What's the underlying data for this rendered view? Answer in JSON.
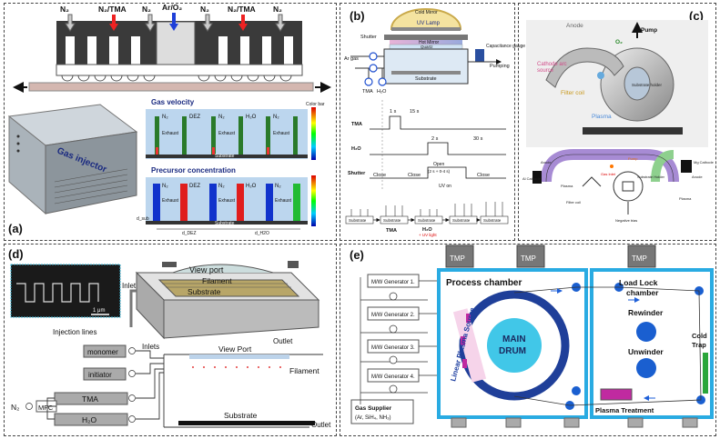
{
  "panels": {
    "a": {
      "label": "(a)",
      "gases": [
        "N₂",
        "N₂/TMA",
        "N₂",
        "Ar/O₂",
        "N₂",
        "N₂/TMA",
        "N₂"
      ],
      "injector_label": "Gas injector",
      "velocity_title": "Gas velocity",
      "concentration_title": "Precursor concentration",
      "color_bar": "Color bar",
      "sim_labels": [
        "N₂",
        "DEZ",
        "N₂",
        "H₂O",
        "N₂"
      ],
      "exhaust": "Exhaust",
      "substrate": "Substrate",
      "d_dez": "d_DEZ",
      "d_h2o": "d_H2O",
      "d_sub": "d_sub"
    },
    "b": {
      "label": "(b)",
      "cold_mirror": "Cold Mirror",
      "uv_lamp": "UV Lamp",
      "shutter": "Shutter",
      "hot_mirror": "Hot Mirror",
      "quartz": "Quartz",
      "capacitance": "Capacitance gauge",
      "ar_gas": "Ar gas",
      "tma": "TMA",
      "h2o": "H₂O",
      "substrate": "Substrate",
      "pumping": "Pumping",
      "rows": [
        "TMA",
        "H₂O",
        "Shutter"
      ],
      "times": [
        "1 s",
        "15 s",
        "2 s",
        "30 s"
      ],
      "shutter_states": [
        "Close",
        "Close",
        "Open\n(2 s + 0-4 s)",
        "Close"
      ],
      "uv_on": "UV on",
      "bottom_substrates": [
        "Substrate",
        "Substrate",
        "Substrate",
        "Substrate",
        "Substrate"
      ],
      "bottom_tma": "TMA",
      "bottom_h2o": "H₂O",
      "bottom_uv": "+ UV light"
    },
    "c": {
      "label": "(c)",
      "anode": "Anode",
      "pump": "Pump",
      "o2": "O₂",
      "cathode": "Cathode arc source",
      "substrate_holder": "Substrate holder",
      "filter_coil": "Filter coil",
      "plasma": "Plasma",
      "schematic_labels": [
        "Anode",
        "Al Cathode",
        "Pump",
        "Gas Inlet",
        "Plasma",
        "Mg Cathode",
        "Anode",
        "Substrate Holder",
        "Filter coil",
        "Plasma",
        "Negative bias"
      ]
    },
    "d": {
      "label": "(d)",
      "view_port_top": "View port",
      "filament_top": "Filament",
      "substrate_top": "Substrate",
      "inlet": "Inlet",
      "outlet_top": "Outlet",
      "scale": "1 μm",
      "injection_lines": "Injection lines",
      "boxes": [
        "monomer",
        "initiator",
        "TMA",
        "H₂O"
      ],
      "inlets": "Inlets",
      "view_port": "View Port",
      "filament": "Filament",
      "substrate": "Substrate",
      "outlet": "Outlet",
      "n2": "N₂",
      "mfc": "MFC"
    },
    "e": {
      "label": "(e)",
      "tmp": [
        "TMP",
        "TMP",
        "TMP"
      ],
      "generators": [
        "M/W Generator 1.",
        "M/W Generator 2.",
        "M/W Generator 3.",
        "M/W Generator 4."
      ],
      "process_chamber": "Process chamber",
      "load_lock": "Load Lock chamber",
      "linear_plasma_source": "Linear Plasma Source",
      "main_drum": "MAIN DRUM",
      "rewinder": "Rewinder",
      "unwinder": "Unwinder",
      "cold_trap": "Cold Trap",
      "plasma_treatment": "Plasma Treatment",
      "gas_supplier": "Gas Supplier",
      "gas_supplier_sub": "(Ar, SiH₄, NH₃)"
    }
  },
  "colors": {
    "process_frame": "#29abe2",
    "drum_ring": "#1f3f99",
    "drum_core": "#41c7e8",
    "plasma_magenta": "#c02aa0",
    "cold_trap": "#2aa63a"
  }
}
